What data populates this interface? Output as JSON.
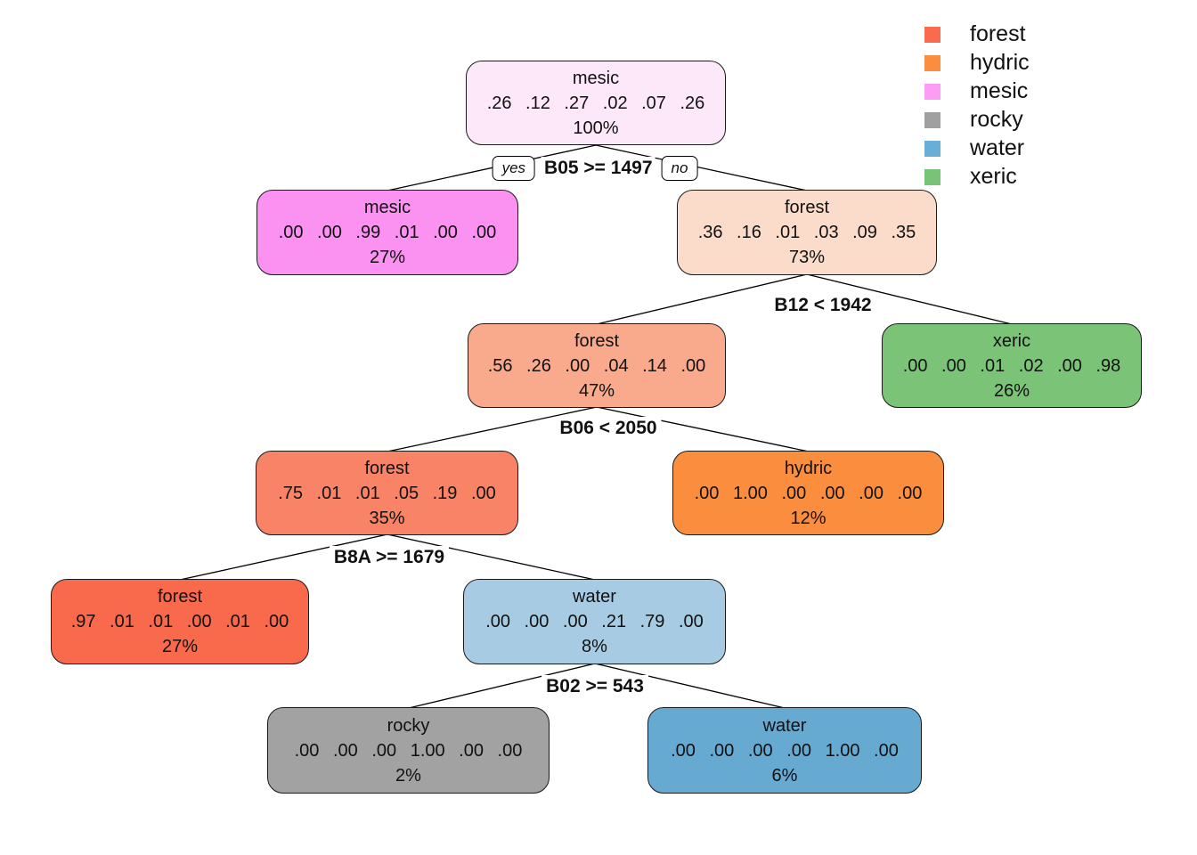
{
  "legend": {
    "items": [
      {
        "label": "forest",
        "color": "#fa6a4e"
      },
      {
        "label": "hydric",
        "color": "#fb8e3e"
      },
      {
        "label": "mesic",
        "color": "#fc9cf5"
      },
      {
        "label": "rocky",
        "color": "#a0a0a0"
      },
      {
        "label": "water",
        "color": "#68aed6"
      },
      {
        "label": "xeric",
        "color": "#79c378"
      }
    ]
  },
  "tree": {
    "nodes": [
      {
        "label": "mesic",
        "probs": ".26 .12 .27 .02 .07 .26",
        "percent": "100%",
        "color": "#fce8f8"
      },
      {
        "label": "mesic",
        "probs": ".00 .00 .99 .01 .00 .00",
        "percent": "27%",
        "color": "#fb92f1"
      },
      {
        "label": "forest",
        "probs": ".36 .16 .01 .03 .09 .35",
        "percent": "73%",
        "color": "#fbdcca"
      },
      {
        "label": "forest",
        "probs": ".56 .26 .00 .04 .14 .00",
        "percent": "47%",
        "color": "#faaa8c"
      },
      {
        "label": "xeric",
        "probs": ".00 .00 .01 .02 .00 .98",
        "percent": "26%",
        "color": "#7bc377"
      },
      {
        "label": "forest",
        "probs": ".75 .01 .01 .05 .19 .00",
        "percent": "35%",
        "color": "#f98366"
      },
      {
        "label": "hydric",
        "probs": ".00 1.00 .00 .00 .00 .00",
        "percent": "12%",
        "color": "#fb8e3e"
      },
      {
        "label": "forest",
        "probs": ".97 .01 .01 .00 .01 .00",
        "percent": "27%",
        "color": "#f9694c"
      },
      {
        "label": "water",
        "probs": ".00 .00 .00 .21 .79 .00",
        "percent": "8%",
        "color": "#a7cbe2"
      },
      {
        "label": "rocky",
        "probs": ".00 .00 .00 1.00 .00 .00",
        "percent": "2%",
        "color": "#a2a2a2"
      },
      {
        "label": "water",
        "probs": ".00 .00 .00 .00 1.00 .00",
        "percent": "6%",
        "color": "#66aad2"
      }
    ],
    "splits": [
      {
        "label": "B05 >= 1497",
        "yes_label": "yes",
        "no_label": "no"
      },
      {
        "label": "B12 < 1942"
      },
      {
        "label": "B06 < 2050"
      },
      {
        "label": "B8A >= 1679"
      },
      {
        "label": "B02 >= 543"
      }
    ]
  }
}
